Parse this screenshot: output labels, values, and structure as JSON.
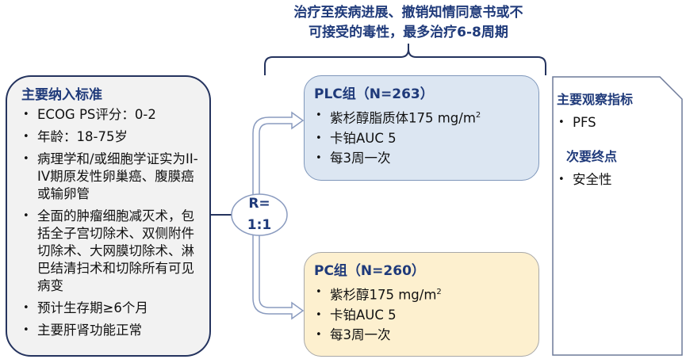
{
  "header": {
    "line1": "治疗至疾病进展、撤销知情同意书或不",
    "line2": "可接受的毒性，最多治疗6-8周期"
  },
  "inclusion": {
    "title": "主要纳入标准",
    "items": [
      "ECOG PS评分：0-2",
      "年龄：18-75岁",
      "病理学和/或细胞学证实为II-IV期原发性卵巢癌、腹膜癌或输卵管",
      "全面的肿瘤细胞减灭术，包括全子宫切除术、双侧附件切除术、大网膜切除术、淋巴结清扫术和切除所有可见病变",
      "预计生存期≥6个月",
      "主要肝肾功能正常"
    ]
  },
  "randomization": {
    "line1": "R=",
    "line2": "1:1"
  },
  "plc": {
    "title": "PLC组（N=263）",
    "drug1": "紫杉醇脂质体175 mg/m",
    "drug1_sup": "2",
    "drug2": "卡铂AUC 5",
    "schedule": "每3周一次"
  },
  "pc": {
    "title": "PC组（N=260）",
    "drug1": "紫杉醇175 mg/m",
    "drug1_sup": "2",
    "drug2": "卡铂AUC 5",
    "schedule": "每3周一次"
  },
  "endpoints": {
    "primary_title": "主要观察指标",
    "primary_items": [
      "PFS"
    ],
    "secondary_title": "次要终点",
    "secondary_items": [
      "安全性"
    ]
  },
  "colors": {
    "navy": "#1f3a7a",
    "plc_bg": "#dce6f2",
    "pc_bg": "#fdf0cf"
  }
}
